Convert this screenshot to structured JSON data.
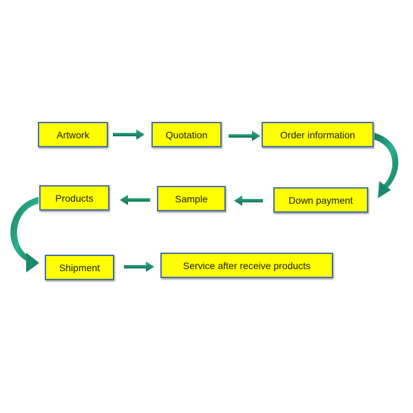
{
  "diagram": {
    "steps": [
      {
        "id": "artwork",
        "label": "Artwork"
      },
      {
        "id": "quotation",
        "label": "Quotation"
      },
      {
        "id": "order",
        "label": "Order information"
      },
      {
        "id": "down",
        "label": "Down payment"
      },
      {
        "id": "sample",
        "label": "Sample"
      },
      {
        "id": "products",
        "label": "Products"
      },
      {
        "id": "shipment",
        "label": "Shipment"
      },
      {
        "id": "service",
        "label": "Service after receive products"
      }
    ],
    "connections": [
      [
        "artwork",
        "quotation"
      ],
      [
        "quotation",
        "order"
      ],
      [
        "order",
        "down"
      ],
      [
        "down",
        "sample"
      ],
      [
        "sample",
        "products"
      ],
      [
        "products",
        "shipment"
      ],
      [
        "shipment",
        "service"
      ]
    ],
    "colors": {
      "box_fill": "#ffff00",
      "box_border": "#4a6fa5",
      "arrow": "#1f8f72"
    }
  }
}
